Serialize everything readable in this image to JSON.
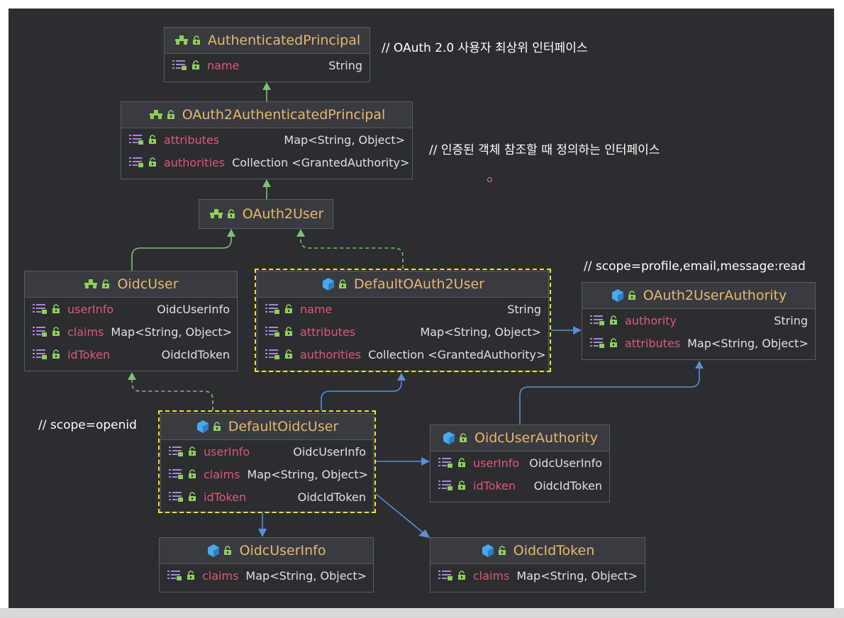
{
  "colors": {
    "background": "#2b2d30",
    "header": "#393b40",
    "class_name": "#e8b86d",
    "field_name": "#e0577b",
    "field_type": "#dfe1e5",
    "highlight": "#f2e33a",
    "edge_inheritance": "#7fbf7a",
    "edge_association": "#5a8fd6",
    "interface_icon": "#8fcf5a",
    "class_icon": "#4aa8e8"
  },
  "classes": [
    {
      "id": "authenticated-principal",
      "name": "AuthenticatedPrincipal",
      "kind": "interface",
      "fields": [
        {
          "name": "name",
          "type": "String"
        }
      ]
    },
    {
      "id": "oauth2-authenticated-principal",
      "name": "OAuth2AuthenticatedPrincipal",
      "kind": "interface",
      "fields": [
        {
          "name": "attributes",
          "type": "Map<String, Object>"
        },
        {
          "name": "authorities",
          "type": "Collection <GrantedAuthority>"
        }
      ]
    },
    {
      "id": "oauth2-user",
      "name": "OAuth2User",
      "kind": "interface",
      "fields": []
    },
    {
      "id": "oidc-user",
      "name": "OidcUser",
      "kind": "interface",
      "fields": [
        {
          "name": "userInfo",
          "type": "OidcUserInfo"
        },
        {
          "name": "claims",
          "type": "Map<String, Object>"
        },
        {
          "name": "idToken",
          "type": "OidcIdToken"
        }
      ]
    },
    {
      "id": "default-oauth2-user",
      "name": "DefaultOAuth2User",
      "kind": "class",
      "fields": [
        {
          "name": "name",
          "type": "String"
        },
        {
          "name": "attributes",
          "type": "Map<String, Object>"
        },
        {
          "name": "authorities",
          "type": "Collection <GrantedAuthority>"
        }
      ]
    },
    {
      "id": "oauth2-user-authority",
      "name": "OAuth2UserAuthority",
      "kind": "class",
      "fields": [
        {
          "name": "authority",
          "type": "String"
        },
        {
          "name": "attributes",
          "type": "Map<String, Object>"
        }
      ]
    },
    {
      "id": "default-oidc-user",
      "name": "DefaultOidcUser",
      "kind": "class",
      "fields": [
        {
          "name": "userInfo",
          "type": "OidcUserInfo"
        },
        {
          "name": "claims",
          "type": "Map<String, Object>"
        },
        {
          "name": "idToken",
          "type": "OidcIdToken"
        }
      ]
    },
    {
      "id": "oidc-user-authority",
      "name": "OidcUserAuthority",
      "kind": "class",
      "fields": [
        {
          "name": "userInfo",
          "type": "OidcUserInfo"
        },
        {
          "name": "idToken",
          "type": "OidcIdToken"
        }
      ]
    },
    {
      "id": "oidc-user-info",
      "name": "OidcUserInfo",
      "kind": "class",
      "fields": [
        {
          "name": "claims",
          "type": "Map<String, Object>"
        }
      ]
    },
    {
      "id": "oidc-id-token",
      "name": "OidcIdToken",
      "kind": "class",
      "fields": [
        {
          "name": "claims",
          "type": "Map<String, Object>"
        }
      ]
    }
  ],
  "comments": {
    "top": "// OAuth 2.0 사용자 최상위 인터페이스",
    "principal": "// 인증된 객체 참조할 때 정의하는 인터페이스",
    "scope_profile": "// scope=profile,email,message:read",
    "scope_openid": "// scope=openid"
  },
  "relations": [
    {
      "from": "oauth2-authenticated-principal",
      "to": "authenticated-principal",
      "kind": "extends"
    },
    {
      "from": "oauth2-user",
      "to": "oauth2-authenticated-principal",
      "kind": "extends"
    },
    {
      "from": "oidc-user",
      "to": "oauth2-user",
      "kind": "extends"
    },
    {
      "from": "default-oauth2-user",
      "to": "oauth2-user",
      "kind": "implements"
    },
    {
      "from": "default-oauth2-user",
      "to": "oauth2-user-authority",
      "kind": "association"
    },
    {
      "from": "default-oidc-user",
      "to": "oidc-user",
      "kind": "implements"
    },
    {
      "from": "default-oidc-user",
      "to": "default-oauth2-user",
      "kind": "extends"
    },
    {
      "from": "default-oidc-user",
      "to": "oidc-user-authority",
      "kind": "association"
    },
    {
      "from": "oidc-user-authority",
      "to": "oauth2-user-authority",
      "kind": "extends"
    },
    {
      "from": "default-oidc-user",
      "to": "oidc-user-info",
      "kind": "association"
    },
    {
      "from": "default-oidc-user",
      "to": "oidc-id-token",
      "kind": "association"
    }
  ]
}
